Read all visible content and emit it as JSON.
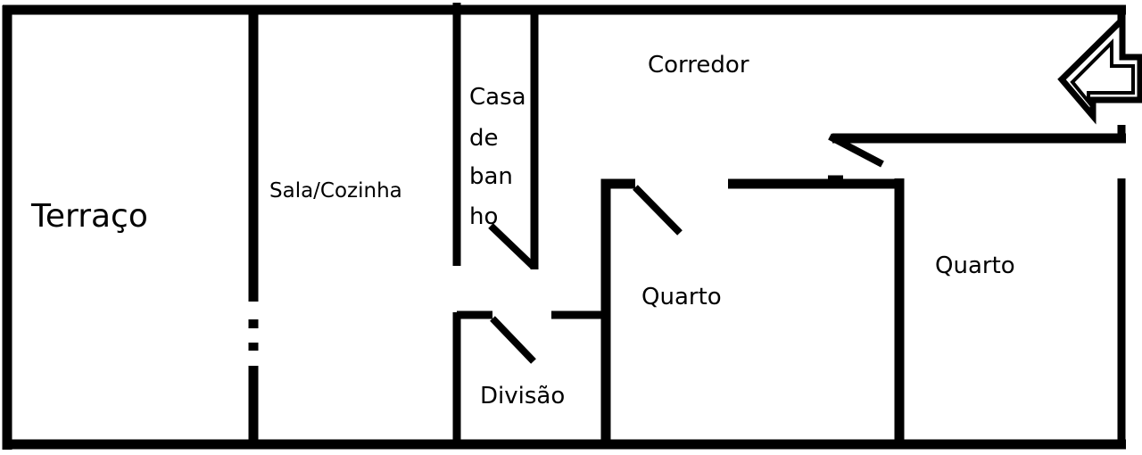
{
  "rooms": {
    "terraco": "Terraço",
    "sala_cozinha": "Sala/Cozinha",
    "corredor": "Corredor",
    "casa_de_banho": [
      "Casa",
      "de",
      "ban",
      "ho"
    ],
    "divisao": "Divisão",
    "quarto_1": "Quarto",
    "quarto_2": "Quarto"
  },
  "entrance_arrow_icon": "arrow-left-icon",
  "colors": {
    "walls": "#000000",
    "background": "#ffffff"
  }
}
